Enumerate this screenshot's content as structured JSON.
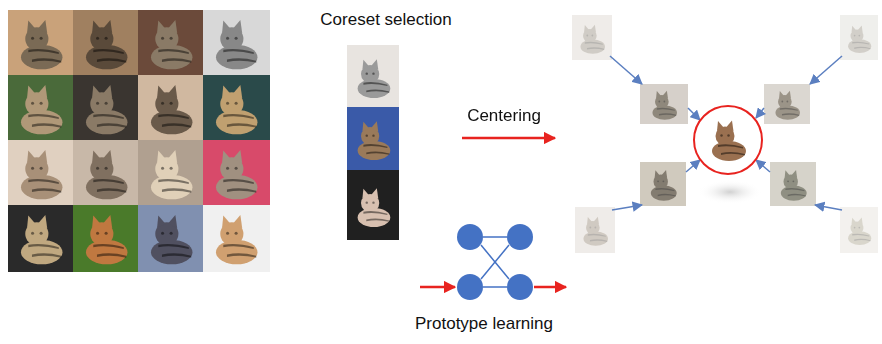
{
  "diagram": {
    "labels": [
      "Coreset selection",
      "Centering",
      "Prototype learning"
    ]
  }
}
